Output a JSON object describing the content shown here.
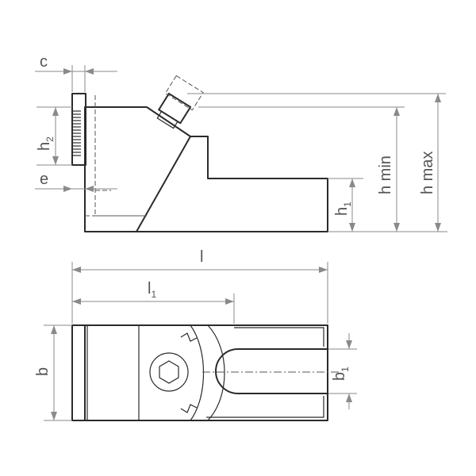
{
  "labels": {
    "c": "c",
    "h2_main": "h",
    "h2_sub": "2",
    "e": "e",
    "h1_main": "h",
    "h1_sub": "1",
    "h_min": "h min",
    "h_max": "h max",
    "l": "l",
    "l1_main": "l",
    "l1_sub": "1",
    "b": "b",
    "b1_main": "b",
    "b1_sub": "1"
  },
  "colors": {
    "outline": "#2b2b2b",
    "dimension": "#8a8a8a",
    "text": "#555555"
  }
}
